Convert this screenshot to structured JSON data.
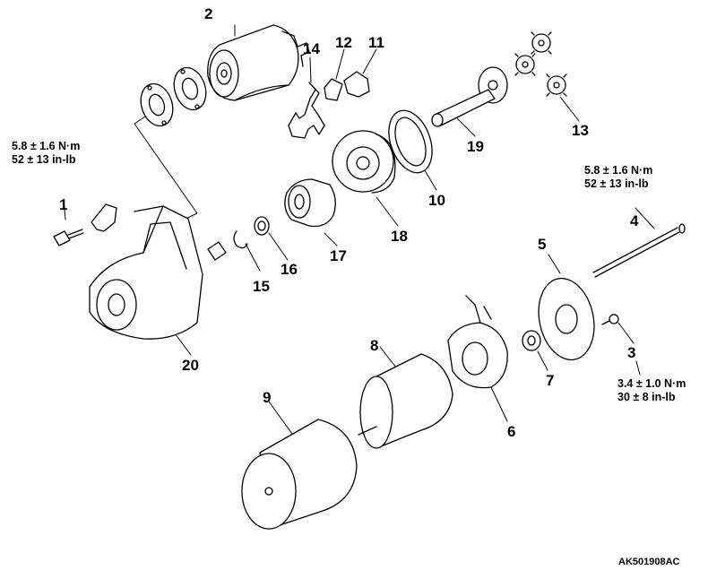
{
  "callouts": [
    "1",
    "2",
    "3",
    "4",
    "5",
    "6",
    "7",
    "8",
    "9",
    "10",
    "11",
    "12",
    "13",
    "14",
    "15",
    "16",
    "17",
    "18",
    "19",
    "20"
  ],
  "torques": {
    "bolt_1": {
      "nm": "5.8 ± 1.6 N·m",
      "inlb": "52 ± 13 in-lb"
    },
    "bolt_4": {
      "nm": "5.8 ± 1.6 N·m",
      "inlb": "52 ± 13 in-lb"
    },
    "screw_3": {
      "nm": "3.4 ± 1.0 N·m",
      "inlb": "30 ± 8 in-lb"
    }
  },
  "figure_code": "AK501908AC",
  "colors": {
    "line": "#000000",
    "background": "#ffffff"
  }
}
